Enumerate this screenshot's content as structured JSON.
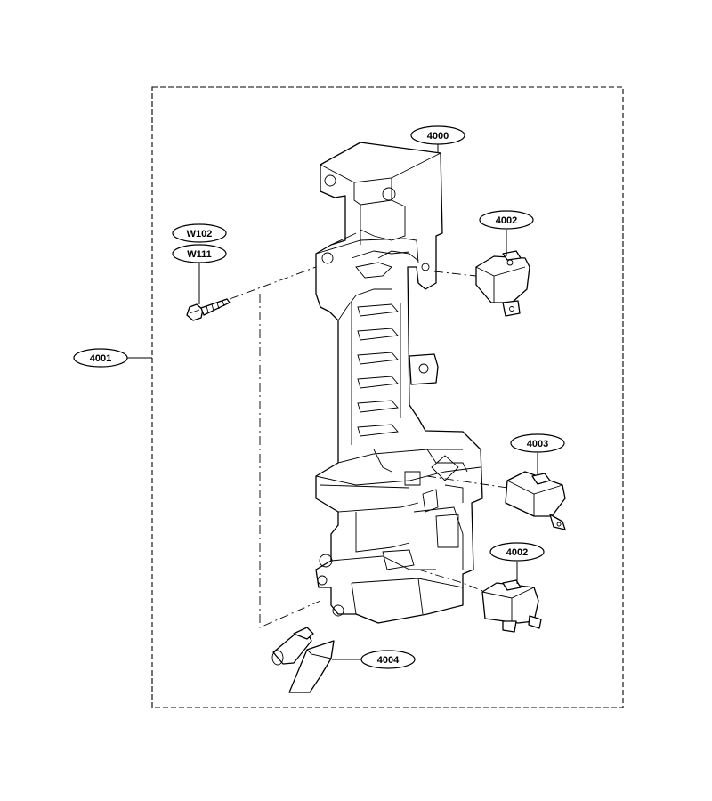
{
  "labels": {
    "assembly": "4001",
    "frame": "4000",
    "switch_top": "4002",
    "switch_mid": "4003",
    "switch_bottom": "4002",
    "lever": "4004",
    "screw_a": "W102",
    "screw_b": "W111"
  },
  "icons": [
    "screw-icon",
    "micro-switch-icon",
    "lever-icon",
    "latch-frame-icon"
  ]
}
